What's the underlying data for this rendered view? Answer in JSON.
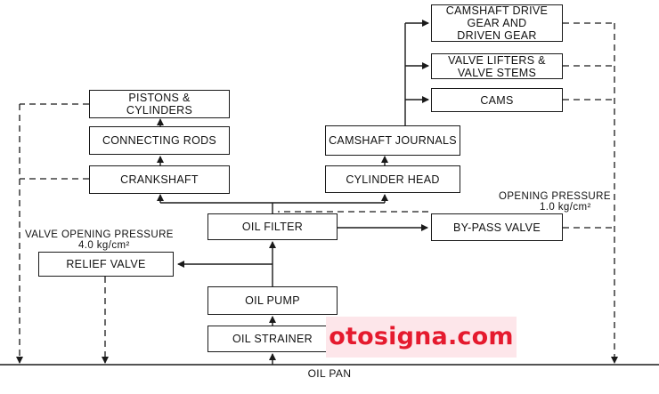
{
  "nodes": {
    "camshaft_drive": "CAMSHAFT DRIVE\nGEAR AND\nDRIVEN GEAR",
    "valve_lifters": "VALVE LIFTERS &\nVALVE STEMS",
    "cams": "CAMS",
    "pistons": "PISTONS &\nCYLINDERS",
    "connecting_rods": "CONNECTING RODS",
    "camshaft_journals": "CAMSHAFT JOURNALS",
    "crankshaft": "CRANKSHAFT",
    "cylinder_head": "CYLINDER HEAD",
    "oil_filter": "OIL FILTER",
    "bypass_valve": "BY-PASS VALVE",
    "relief_valve": "RELIEF VALVE",
    "oil_pump": "OIL PUMP",
    "oil_strainer": "OIL STRAINER",
    "oil_pan": "OIL PAN"
  },
  "labels": {
    "opening_pressure_title": "OPENING PRESSURE",
    "opening_pressure_value": "1.0 kg/cm²",
    "valve_opening_title": "VALVE OPENING PRESSURE",
    "valve_opening_value": "4.0 kg/cm²"
  },
  "watermark": "otosigna.com"
}
